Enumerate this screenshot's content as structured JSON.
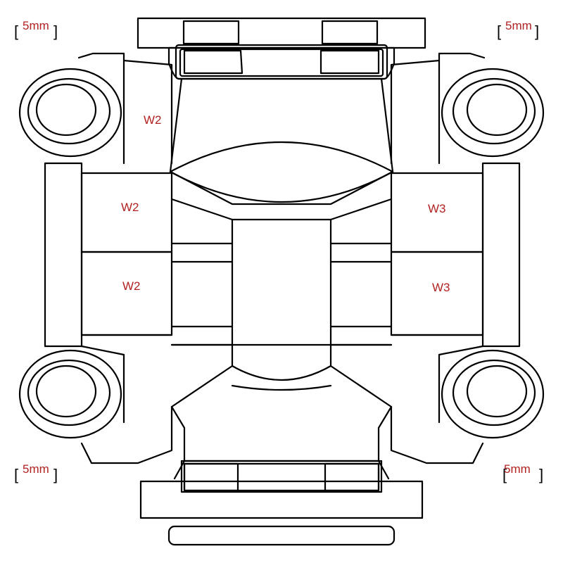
{
  "zone_labels": {
    "left_front_fender": "W2",
    "left_front_door": "W2",
    "left_rear_door": "W2",
    "right_front_door": "W3",
    "right_rear_door": "W3"
  },
  "corner_labels": {
    "top_left": "5mm",
    "top_right": "5mm",
    "bottom_left": "5mm",
    "bottom_right": "5mm"
  },
  "colors": {
    "label": "#b22222",
    "lines": "#000000",
    "background": "#ffffff"
  }
}
